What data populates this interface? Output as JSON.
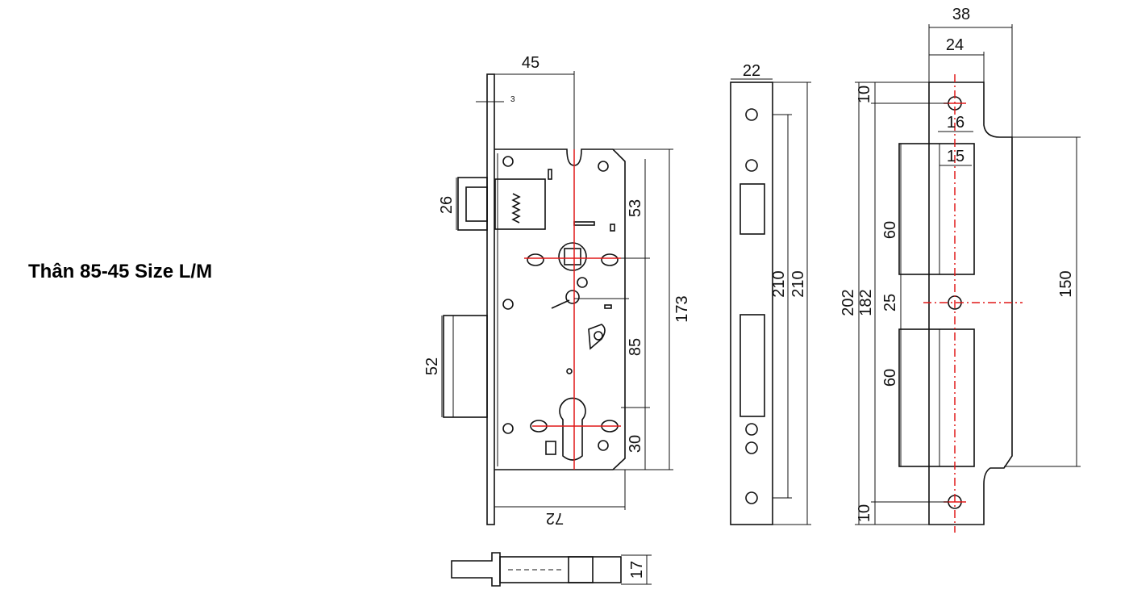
{
  "title": "Thân 85-45 Size L/M",
  "lock_body": {
    "backset": "45",
    "faceplate_thickness": "3",
    "latch_height": "26",
    "deadbolt_height": "52",
    "top_to_handle": "53",
    "handle_to_cylinder": "85",
    "cylinder_to_bottom": "30",
    "body_height": "173",
    "body_width": "72"
  },
  "bottom_view": {
    "thickness": "17"
  },
  "faceplate": {
    "width": "22",
    "height_a": "210",
    "height_b": "210"
  },
  "strike_plate": {
    "width_total": "38",
    "width_plate": "24",
    "opening_16": "16",
    "opening_15": "15",
    "edge_top": "10",
    "edge_bottom": "10",
    "height_total": "202",
    "screw_span": "182",
    "opening_upper": "60",
    "gap_middle": "25",
    "opening_lower": "60",
    "lip_height": "150"
  },
  "colors": {
    "line": "#111111",
    "centerline": "#e01818"
  }
}
